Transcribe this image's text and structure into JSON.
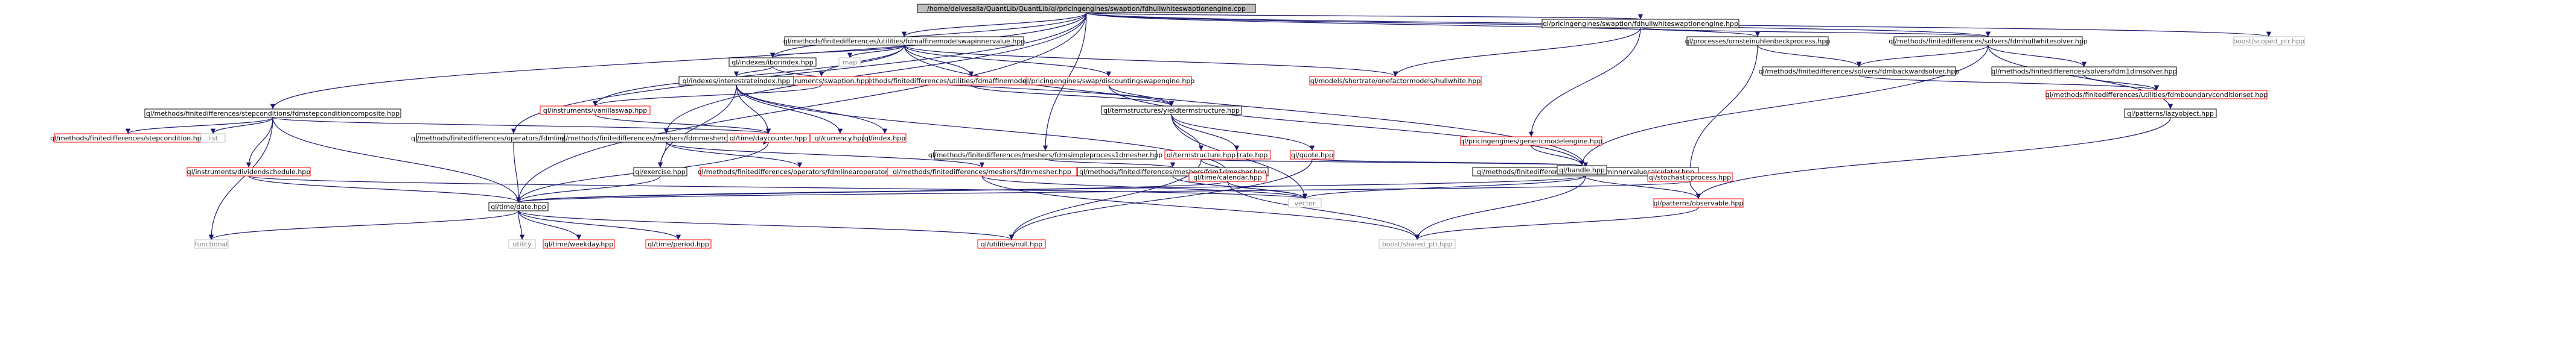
{
  "colors": {
    "edge": "#191970",
    "box_border": "#000000",
    "box_border_external": "#bfbfbf",
    "box_border_undocumented": "#ff0000",
    "root_fill": "#bfbfbf",
    "text": "#000000",
    "text_muted": "#808080"
  },
  "nodes": [
    {
      "id": "root",
      "label": "/home/delvesalla/QuantLib/QuantLib/ql/pricingengines/swaption/fdhullwhiteswaptionengine.cpp",
      "kind": "root"
    },
    {
      "id": "n_step",
      "label": "ql/methods/finitedifferences/stepconditions/fdmstepconditioncomposite.hpp",
      "kind": "doc"
    },
    {
      "id": "n_stepcond",
      "label": "ql/methods/finitedifferences/stepcondition.hpp",
      "kind": "undoc"
    },
    {
      "id": "n_list",
      "label": "list",
      "kind": "ext"
    },
    {
      "id": "n_fdmlinop",
      "label": "ql/methods/finitedifferences/operators/fdmlinearoplayout.hpp",
      "kind": "doc"
    },
    {
      "id": "n_divsched",
      "label": "ql/instruments/dividendschedule.hpp",
      "kind": "undoc"
    },
    {
      "id": "n_functional",
      "label": "functional",
      "kind": "ext"
    },
    {
      "id": "n_affine",
      "label": "ql/methods/finitedifferences/utilities/fdmaffinemodelswapinnervalue.hpp",
      "kind": "doc"
    },
    {
      "id": "n_iborindex",
      "label": "ql/indexes/iborindex.hpp",
      "kind": "doc"
    },
    {
      "id": "n_map",
      "label": "map",
      "kind": "ext"
    },
    {
      "id": "n_fdmaffterm",
      "label": "ql/methods/finitedifferences/utilities/fdmaffinemodeltermstructure.hpp",
      "kind": "undoc"
    },
    {
      "id": "n_swaption",
      "label": "ql/instruments/swaption.hpp",
      "kind": "undoc"
    },
    {
      "id": "n_discswap",
      "label": "ql/pricingengines/swap/discountingswapengine.hpp",
      "kind": "undoc"
    },
    {
      "id": "n_hullwhite",
      "label": "ql/models/shortrate/onefactormodels/hullwhite.hpp",
      "kind": "undoc"
    },
    {
      "id": "n_vanilla",
      "label": "ql/instruments/vanillaswap.hpp",
      "kind": "undoc"
    },
    {
      "id": "n_interest",
      "label": "ql/indexes/interestrateindex.hpp",
      "kind": "doc"
    },
    {
      "id": "n_yield",
      "label": "ql/termstructures/yieldtermstructure.hpp",
      "kind": "doc"
    },
    {
      "id": "n_meshcomp",
      "label": "ql/methods/finitedifferences/meshers/fdmmeshercomposite.hpp",
      "kind": "doc"
    },
    {
      "id": "n_simple",
      "label": "ql/methods/finitedifferences/meshers/fdmsimpleprocess1dmesher.hpp",
      "kind": "doc"
    },
    {
      "id": "n_daycounter",
      "label": "ql/time/daycounter.hpp",
      "kind": "undoc"
    },
    {
      "id": "n_currency",
      "label": "ql/currency.hpp",
      "kind": "undoc"
    },
    {
      "id": "n_index",
      "label": "ql/index.hpp",
      "kind": "undoc"
    },
    {
      "id": "n_interestrate",
      "label": "ql/interestrate.hpp",
      "kind": "undoc"
    },
    {
      "id": "n_termstruct",
      "label": "ql/termstructure.hpp",
      "kind": "undoc"
    },
    {
      "id": "n_quote",
      "label": "ql/quote.hpp",
      "kind": "undoc"
    },
    {
      "id": "n_exercise",
      "label": "ql/exercise.hpp",
      "kind": "doc"
    },
    {
      "id": "n_fdmlinopr",
      "label": "ql/methods/finitedifferences/operators/fdmlinearoperator.hpp",
      "kind": "undoc"
    },
    {
      "id": "n_fdmmesher",
      "label": "ql/methods/finitedifferences/meshers/fdmmesher.hpp",
      "kind": "undoc"
    },
    {
      "id": "n_fdm1d",
      "label": "ql/methods/finitedifferences/meshers/fdm1dmesher.hpp",
      "kind": "doc"
    },
    {
      "id": "n_calendar",
      "label": "ql/time/calendar.hpp",
      "kind": "undoc"
    },
    {
      "id": "n_innercalc",
      "label": "ql/methods/finitedifferences/utilities/fdminnervaluecalculator.hpp",
      "kind": "doc"
    },
    {
      "id": "n_date",
      "label": "ql/time/date.hpp",
      "kind": "doc"
    },
    {
      "id": "n_vector",
      "label": "vector",
      "kind": "ext"
    },
    {
      "id": "n_utility",
      "label": "utility",
      "kind": "ext"
    },
    {
      "id": "n_weekday",
      "label": "ql/time/weekday.hpp",
      "kind": "undoc"
    },
    {
      "id": "n_period",
      "label": "ql/time/period.hpp",
      "kind": "undoc"
    },
    {
      "id": "n_null",
      "label": "ql/utilities/null.hpp",
      "kind": "undoc"
    },
    {
      "id": "n_boostshared",
      "label": "boost/shared_ptr.hpp",
      "kind": "ext"
    },
    {
      "id": "n_fdhwswengine",
      "label": "ql/pricingengines/swaption/fdhullwhiteswaptionengine.hpp",
      "kind": "doc"
    },
    {
      "id": "n_ornstein",
      "label": "ql/processes/ornsteinuhlenbeckprocess.hpp",
      "kind": "doc"
    },
    {
      "id": "n_genericmodel",
      "label": "ql/pricingengines/genericmodelengine.hpp",
      "kind": "undoc"
    },
    {
      "id": "n_handle",
      "label": "ql/handle.hpp",
      "kind": "doc"
    },
    {
      "id": "n_stochastic",
      "label": "ql/stochasticprocess.hpp",
      "kind": "undoc"
    },
    {
      "id": "n_observable",
      "label": "ql/patterns/observable.hpp",
      "kind": "undoc"
    },
    {
      "id": "n_fdmhwsolver",
      "label": "ql/methods/finitedifferences/solvers/fdmhullwhitesolver.hpp",
      "kind": "doc"
    },
    {
      "id": "n_backward",
      "label": "ql/methods/finitedifferences/solvers/fdmbackwardsolver.hpp",
      "kind": "doc"
    },
    {
      "id": "n_fdm1dsolver",
      "label": "ql/methods/finitedifferences/solvers/fdm1dimsolver.hpp",
      "kind": "doc"
    },
    {
      "id": "n_boundary",
      "label": "ql/methods/finitedifferences/utilities/fdmboundaryconditionset.hpp",
      "kind": "undoc"
    },
    {
      "id": "n_lazy",
      "label": "ql/patterns/lazyobject.hpp",
      "kind": "doc"
    },
    {
      "id": "n_scoped",
      "label": "boost/scoped_ptr.hpp",
      "kind": "ext"
    }
  ]
}
